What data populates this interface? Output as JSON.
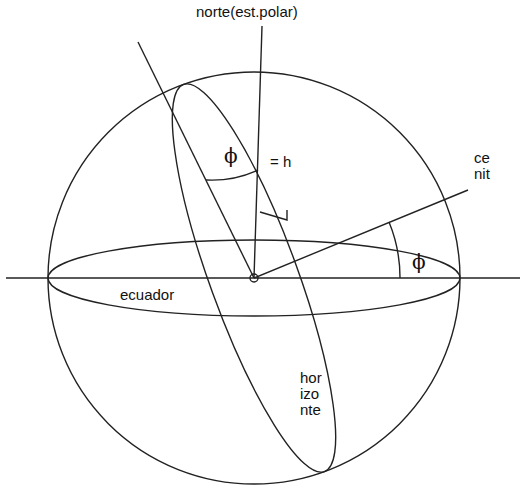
{
  "diagram": {
    "labels": [
      "norte(est.polar)",
      "ϕ",
      "= h",
      "ce nit",
      "ϕ",
      "ecuador",
      "hor izo nte"
    ]
  }
}
